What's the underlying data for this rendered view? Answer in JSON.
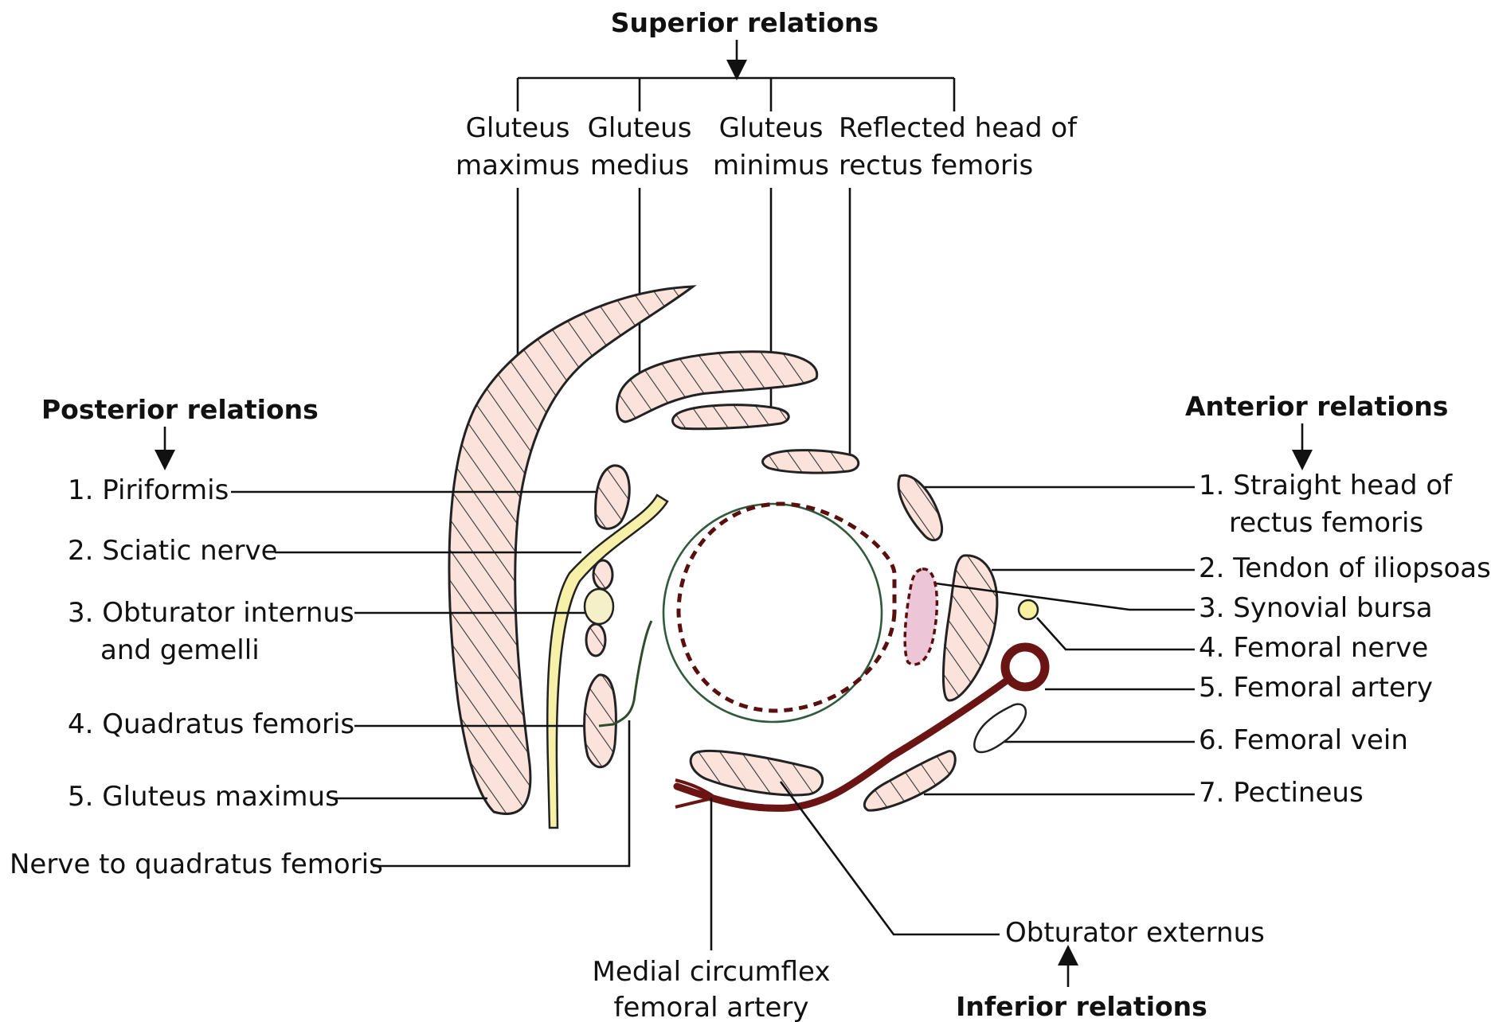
{
  "headings": {
    "superior": "Superior relations",
    "posterior": "Posterior relations",
    "anterior": "Anterior relations",
    "inferior": "Inferior relations"
  },
  "superior": {
    "gluteus_maximus": [
      "Gluteus",
      "maximus"
    ],
    "gluteus_medius": [
      "Gluteus",
      "medius"
    ],
    "gluteus_minimus": [
      "Gluteus",
      "minimus"
    ],
    "reflected_head": [
      "Reflected head of",
      "rectus femoris"
    ]
  },
  "posterior": {
    "piriformis": "1. Piriformis",
    "sciatic_nerve": "2. Sciatic nerve",
    "obturator_internus": [
      "3. Obturator internus",
      "and gemelli"
    ],
    "quadratus_femoris": "4. Quadratus femoris",
    "gluteus_maximus": "5. Gluteus maximus"
  },
  "nerve_to_quadratus": "Nerve to quadratus femoris",
  "anterior": {
    "straight_head": [
      "1. Straight head of",
      "rectus femoris"
    ],
    "tendon_iliopsoas": "2. Tendon of iliopsoas",
    "synovial_bursa": "3. Synovial bursa",
    "femoral_nerve": "4. Femoral nerve",
    "femoral_artery": "5. Femoral artery",
    "femoral_vein": "6. Femoral vein",
    "pectineus": "7. Pectineus"
  },
  "inferior": {
    "obturator_externus": "Obturator externus",
    "medial_circumflex": [
      "Medial circumflex",
      "femoral artery"
    ]
  },
  "colors": {
    "muscle_fill": "#fbe3dc",
    "nerve_fill": "#f6f0a8",
    "artery": "#6a1414",
    "bursa": "#ecc6d6",
    "capsule": "#2f5b3c"
  }
}
